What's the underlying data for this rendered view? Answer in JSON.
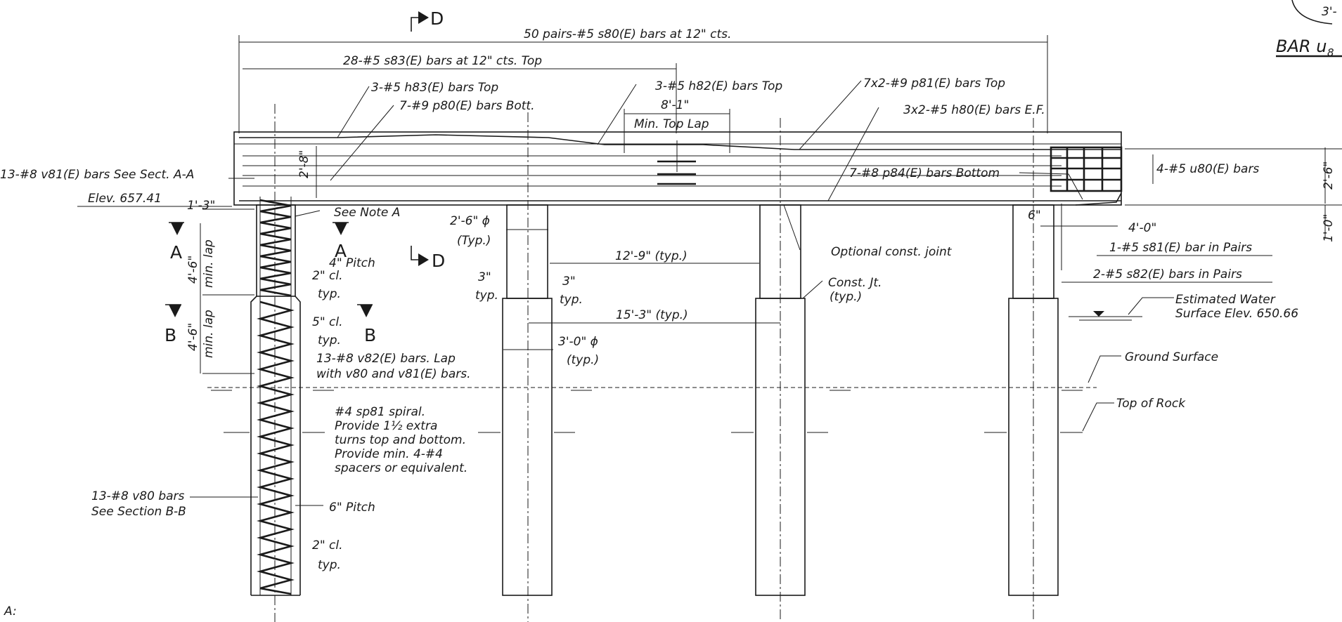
{
  "section_marks": {
    "d_top": "D",
    "d_mid": "D",
    "a_left": "A",
    "a_right": "A",
    "b_left": "B",
    "b_right": "B"
  },
  "title_fragment": "BAR u",
  "title_subscript": "8",
  "corner_fragment": "3'-",
  "footer_fragment": "A:",
  "dimensions": {
    "pairs_s80": "50 pairs-#5 s80(E) bars at 12\" cts.",
    "s83_top": "28-#5 s83(E) bars at 12\" cts. Top",
    "min_top_lap_len": "8'-1\"",
    "min_top_lap": "Min. Top Lap",
    "cap_depth": "2'-8\"",
    "overhang_left": "1'-3\"",
    "lap1": "4'-6\"",
    "lap1_label": "min. lap",
    "lap2": "4'-6\"",
    "lap2_label": "min. lap",
    "pitch4": "4\" Pitch",
    "cl2_top": "2\" cl.",
    "cl2_top_typ": "typ.",
    "cl5": "5\" cl.",
    "cl5_typ": "typ.",
    "col_dia": "2'-6\" ϕ",
    "col_dia_typ": "(Typ.)",
    "step_left": "3\"",
    "step_left_typ": "typ.",
    "step_right": "3\"",
    "step_right_typ": "typ.",
    "spacing_12_9": "12'-9\" (typ.)",
    "spacing_15_3": "15'-3\" (typ.)",
    "shaft_dia": "3'-0\" ϕ",
    "shaft_dia_typ": "(typ.)",
    "six_in": "6\"",
    "four_ft": "4'-0\"",
    "right_2_6": "2'-6\"",
    "right_1_0": "1'-0\"",
    "pitch6": "6\" Pitch",
    "cl2_bot": "2\" cl.",
    "cl2_bot_typ": "typ."
  },
  "labels": {
    "h83": "3-#5 h83(E) bars Top",
    "p80": "7-#9 p80(E) bars Bott.",
    "h82": "3-#5 h82(E) bars Top",
    "p81": "7x2-#9 p81(E) bars Top",
    "h80": "3x2-#5 h80(E) bars E.F.",
    "v81": "13-#8 v81(E) bars See Sect. A-A",
    "elev": "Elev. 657.41",
    "p84": "7-#8 p84(E) bars Bottom",
    "u80": "4-#5 u80(E) bars",
    "note_a": "See Note A",
    "opt_joint": "Optional const. joint",
    "const_jt": "Const. Jt.",
    "const_jt_typ": "(typ.)",
    "s81": "1-#5 s81(E) bar in Pairs",
    "s82": "2-#5 s82(E) bars in Pairs",
    "water1": "Estimated Water",
    "water2": "Surface Elev. 650.66",
    "ground": "Ground Surface",
    "rock": "Top of Rock",
    "v82_1": "13-#8 v82(E) bars. Lap",
    "v82_2": "with v80 and v81(E) bars.",
    "spiral1": "#4 sp81 spiral.",
    "spiral2": "Provide 1½ extra",
    "spiral3": "turns top and bottom.",
    "spiral4": "Provide min. 4-#4",
    "spiral5": "spacers or equivalent.",
    "v80_1": "13-#8 v80 bars",
    "v80_2": "See Section B-B"
  }
}
